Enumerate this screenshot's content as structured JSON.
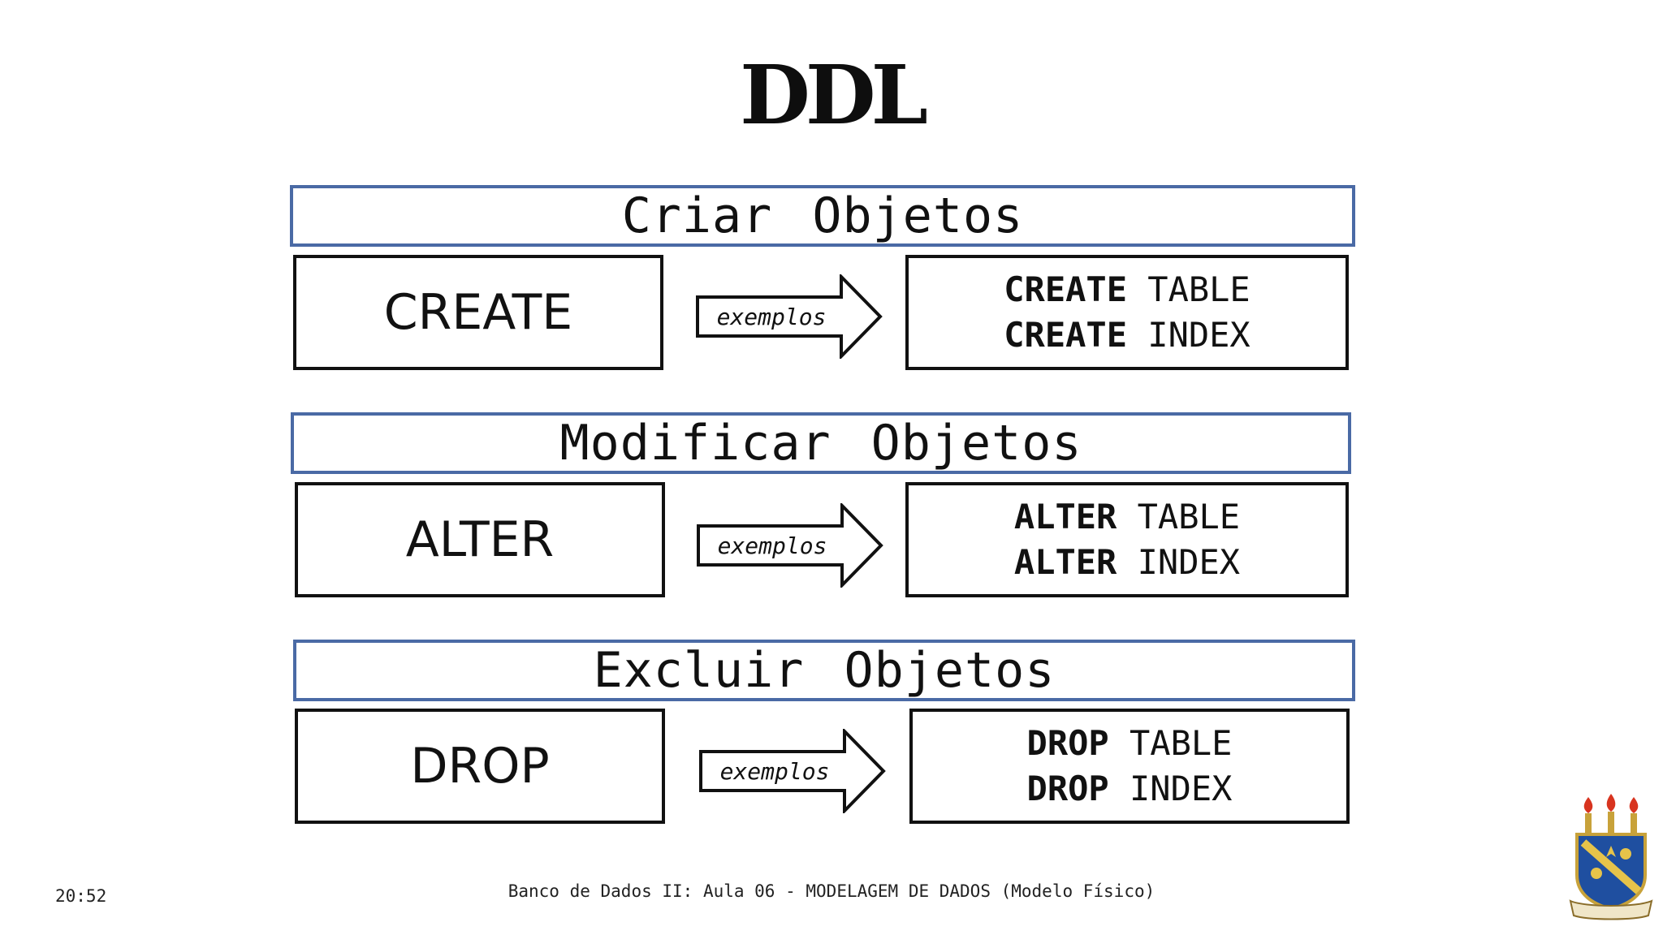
{
  "slide": {
    "title": "DDL",
    "sections": [
      {
        "header": "Criar Objetos",
        "command": "CREATE",
        "arrow_label": "exemplos",
        "examples": [
          {
            "keyword": "CREATE",
            "object": "TABLE"
          },
          {
            "keyword": "CREATE",
            "object": "INDEX"
          }
        ]
      },
      {
        "header": "Modificar Objetos",
        "command": "ALTER",
        "arrow_label": "exemplos",
        "examples": [
          {
            "keyword": "ALTER",
            "object": "TABLE"
          },
          {
            "keyword": "ALTER",
            "object": "INDEX"
          }
        ]
      },
      {
        "header": "Excluir Objetos",
        "command": "DROP",
        "arrow_label": "exemplos",
        "examples": [
          {
            "keyword": "DROP",
            "object": "TABLE"
          },
          {
            "keyword": "DROP",
            "object": "INDEX"
          }
        ]
      }
    ]
  },
  "footer": {
    "time": "20:52",
    "caption": "Banco de Dados II: Aula 06 - MODELAGEM DE DADOS (Modelo Físico)"
  },
  "colors": {
    "header_border": "#4a6aa5",
    "box_border": "#111111",
    "background": "#ffffff"
  },
  "icons": {
    "logo": "university-crest-icon",
    "arrow": "right-arrow-icon"
  }
}
